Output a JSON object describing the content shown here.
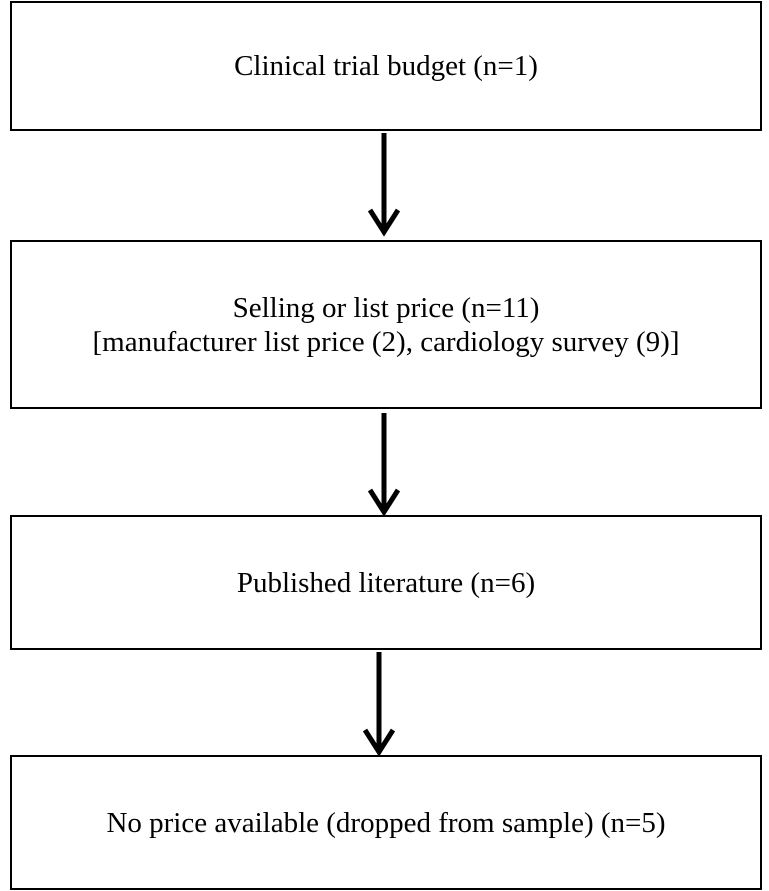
{
  "flowchart": {
    "steps": [
      {
        "lines": [
          "Clinical trial budget (n=1)"
        ]
      },
      {
        "lines": [
          "Selling or list price (n=11)",
          "[manufacturer list price (2), cardiology survey (9)]"
        ]
      },
      {
        "lines": [
          "Published literature (n=6)"
        ]
      },
      {
        "lines": [
          "No price available (dropped from sample) (n=5)"
        ]
      }
    ]
  }
}
